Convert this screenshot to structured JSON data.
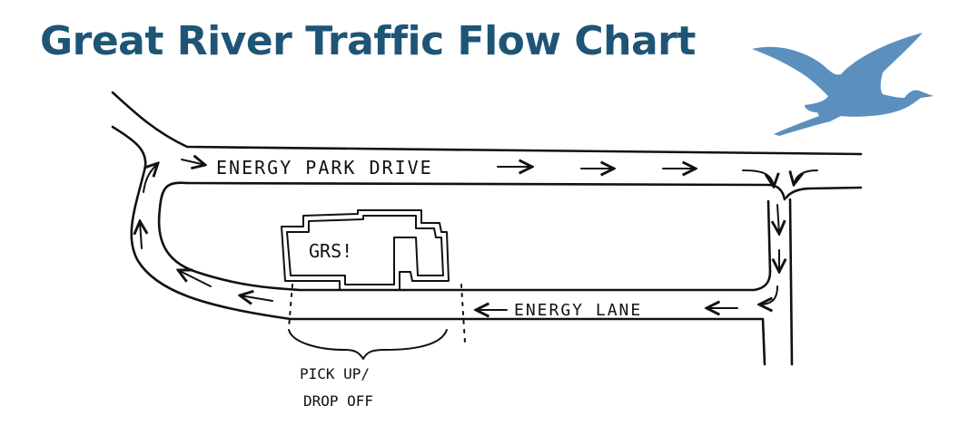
{
  "header": {
    "title": "Great River Traffic Flow Chart",
    "logo": "heron-logo",
    "title_color": "#1e5577",
    "logo_color": "#5b8fbd"
  },
  "map": {
    "streets": {
      "top": "ENERGY PARK DRIVE",
      "bottom": "ENERGY LANE"
    },
    "building_label": "GRS!",
    "zone": {
      "line1": "PICK UP/",
      "line2": "DROP OFF"
    },
    "arrow_glyph": "arrow-icon"
  }
}
